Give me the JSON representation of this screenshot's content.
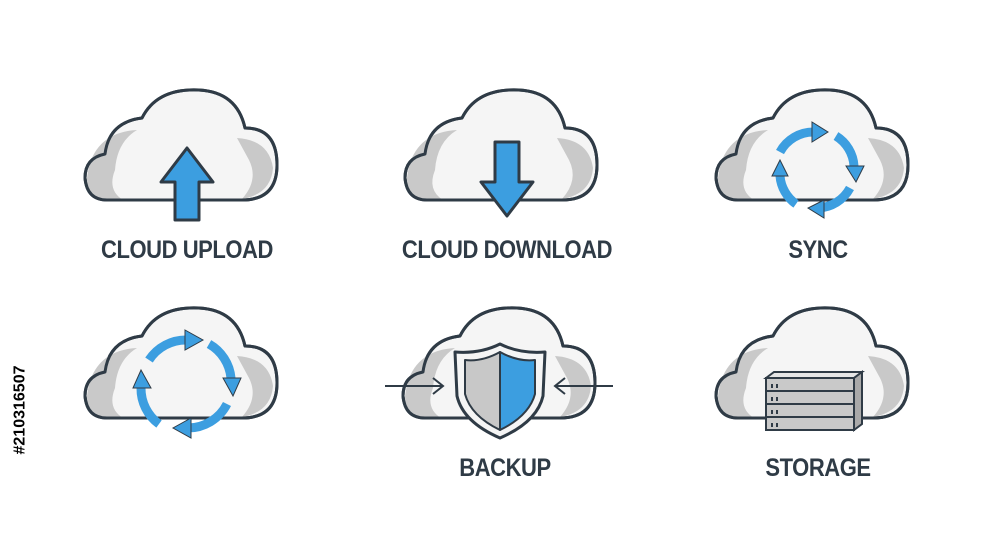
{
  "colors": {
    "accent": "#3c9ee0",
    "outline": "#2f3b46",
    "cloud_fill": "#f5f5f5",
    "cloud_shadow": "#c9c9c9",
    "shield_left": "#c8c8c8",
    "text": "#2f3b46",
    "background": "#ffffff"
  },
  "icons": [
    {
      "icon": "cloud-upload-icon",
      "label": "CLOUD UPLOAD"
    },
    {
      "icon": "cloud-download-icon",
      "label": "CLOUD DOWNLOAD"
    },
    {
      "icon": "cloud-sync-icon",
      "label": "SYNC"
    },
    {
      "icon": "cloud-refresh-icon",
      "label": ""
    },
    {
      "icon": "cloud-backup-shield-icon",
      "label": "BACKUP"
    },
    {
      "icon": "cloud-storage-server-icon",
      "label": "STORAGE"
    }
  ],
  "stock_id": "#210316507"
}
